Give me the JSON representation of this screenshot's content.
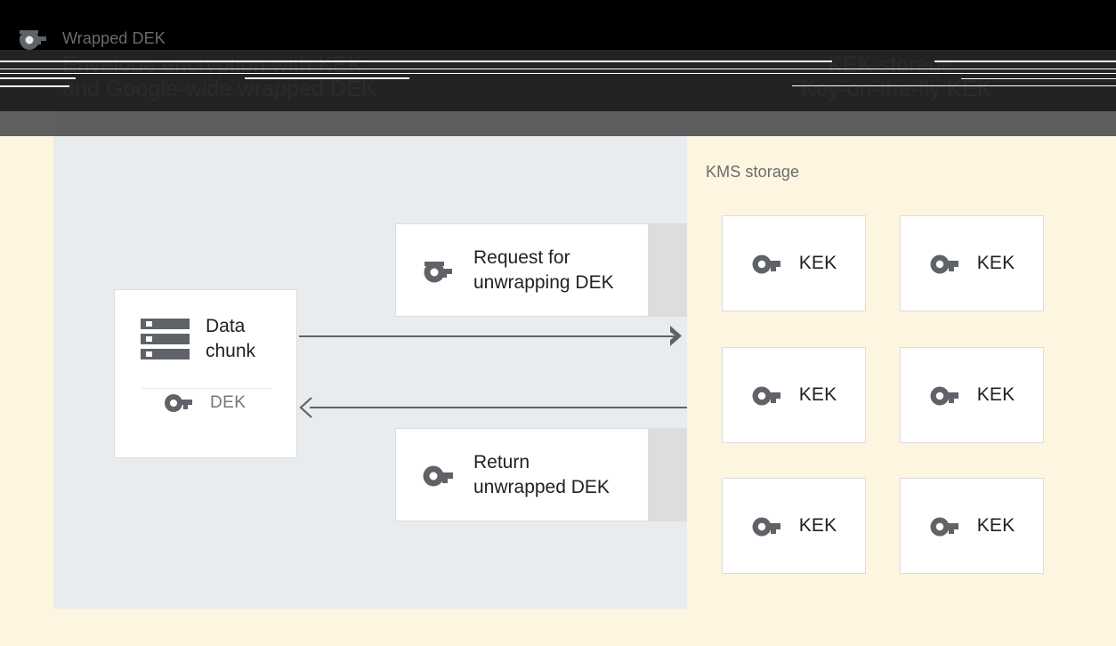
{
  "chrome": {
    "title_lines": {
      "left_1": "Envelope encryption with KEK",
      "left_2": "and Google-wide wrapped DEK",
      "right_1": "KEK storage",
      "right_2": "Key-on-the-fly KEK"
    }
  },
  "left_panel": {
    "title": "Wrapped DEK",
    "title_icon": "wrapped-key-icon",
    "data_chunk": {
      "icon": "storage-icon",
      "label": "Data\nchunk",
      "key_icon": "key-icon",
      "key_label": "DEK"
    },
    "request_card": {
      "icon": "wrapped-key-icon",
      "label": "Request for\nunwrapping DEK"
    },
    "return_card": {
      "icon": "key-icon",
      "label": "Return\nunwrapped DEK"
    },
    "arrows": [
      {
        "name": "request-arrow",
        "direction": "right"
      },
      {
        "name": "response-arrow",
        "direction": "left"
      }
    ]
  },
  "right_panel": {
    "title": "KMS storage",
    "kek_cards": [
      {
        "icon": "key-icon",
        "label": "KEK"
      },
      {
        "icon": "key-icon",
        "label": "KEK"
      },
      {
        "icon": "key-icon",
        "label": "KEK"
      },
      {
        "icon": "key-icon",
        "label": "KEK"
      },
      {
        "icon": "key-icon",
        "label": "KEK"
      },
      {
        "icon": "key-icon",
        "label": "KEK"
      }
    ]
  },
  "colors": {
    "page_background": "#fdf5e0",
    "left_panel_background": "#e8ecef",
    "card_background": "#ffffff",
    "card_border": "#dcdcdc",
    "icon_gray": "#5f6368",
    "text_primary": "#202124",
    "text_muted": "#6b6b6b",
    "top_band": "#232323",
    "gray_band": "#5e5e5e"
  }
}
